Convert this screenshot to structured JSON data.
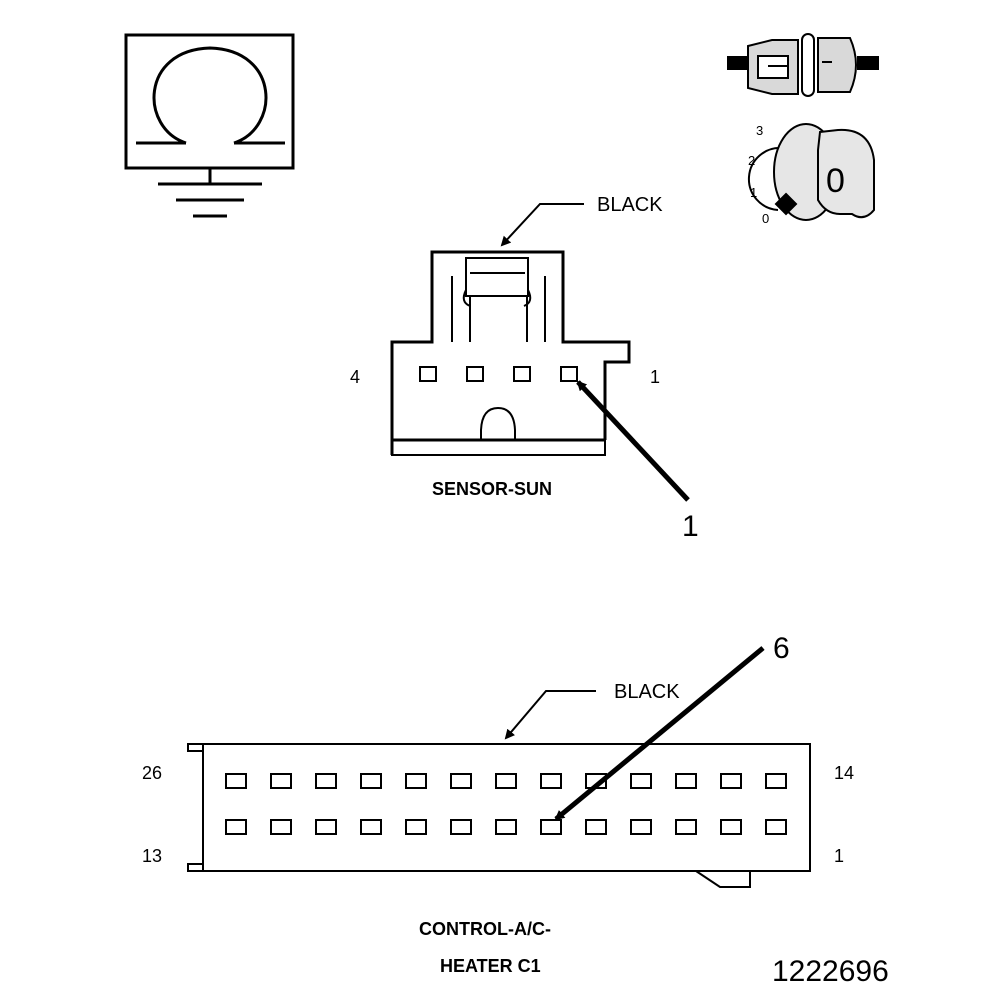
{
  "sun_sensor": {
    "color_label": "BLACK",
    "pin_left": "4",
    "pin_right": "1",
    "name": "SENSOR-SUN",
    "callout": "1",
    "pin_count": 4
  },
  "hvac_control": {
    "color_label": "BLACK",
    "pin_top_left": "26",
    "pin_top_right": "14",
    "pin_bottom_left": "13",
    "pin_bottom_right": "1",
    "name_line1": "CONTROL-A/C-",
    "name_line2": "HEATER C1",
    "callout": "6",
    "pins_per_row": 13
  },
  "ignition_key": {
    "positions": [
      "3",
      "2",
      "1",
      "0"
    ],
    "key_label": "0"
  },
  "figure_number": "1222696"
}
